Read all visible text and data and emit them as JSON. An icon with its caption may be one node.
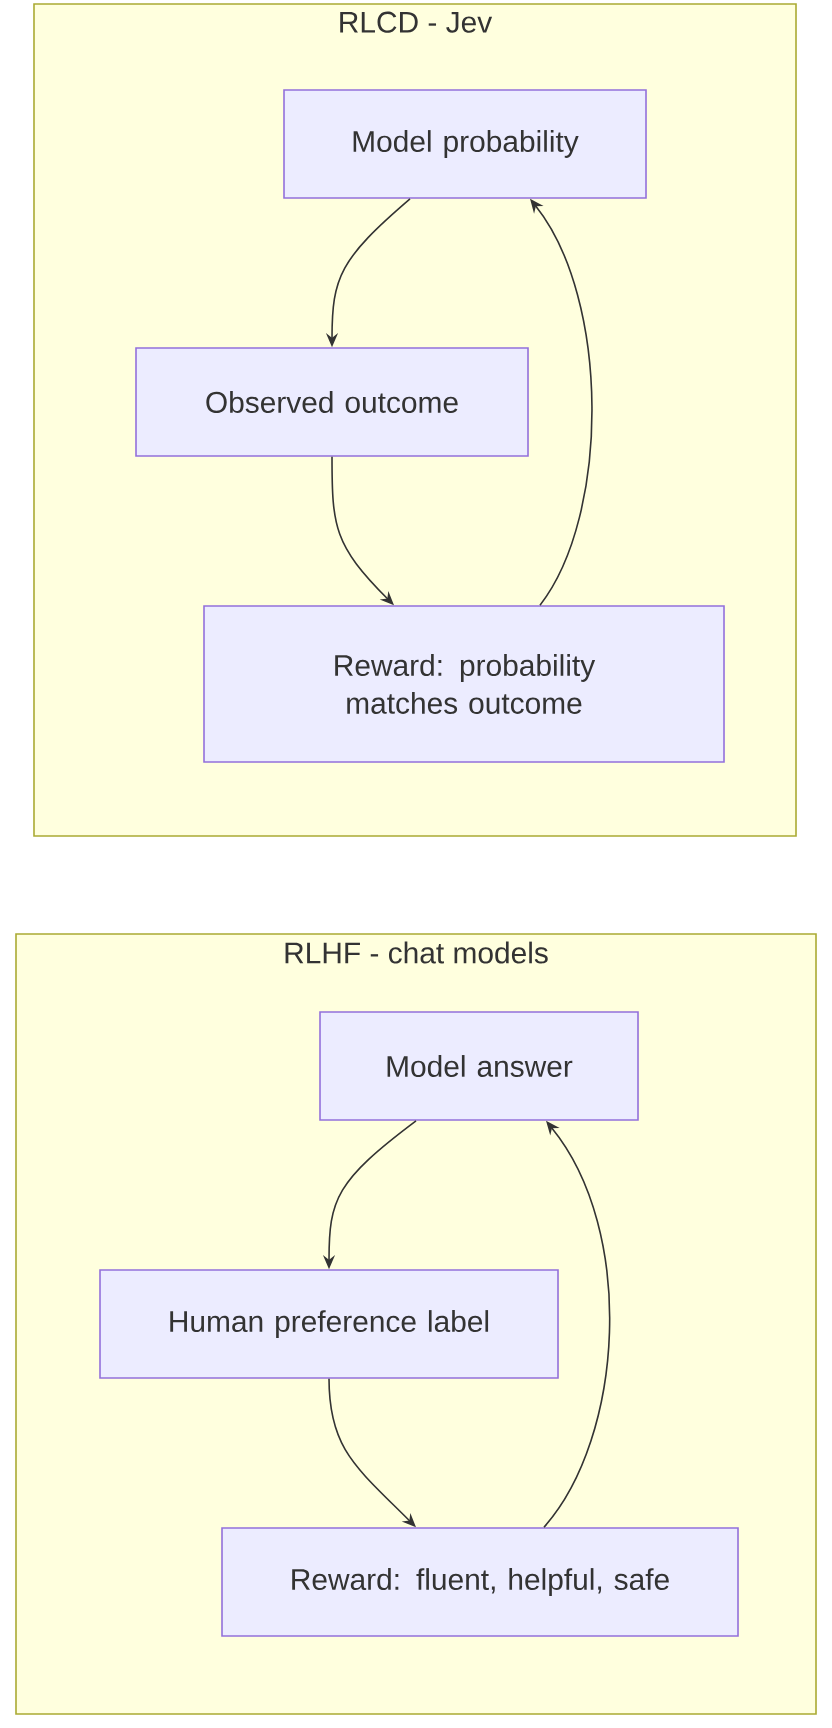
{
  "diagram": {
    "nodes": [
      {
        "text": [
          "RLCD - Jev"
        ]
      },
      {
        "text": [
          "Model probability"
        ],
        "in": 0
      },
      {
        "text": [
          "Observed outcome"
        ],
        "in": 0
      },
      {
        "text": [
          "Reward: probability matches outcome"
        ],
        "in": 0
      },
      {
        "text": [
          "RLHF - chat models"
        ]
      },
      {
        "text": [
          "Model answer"
        ],
        "in": 4
      },
      {
        "text": [
          "Human preference label"
        ],
        "in": 4
      },
      {
        "text": [
          "Reward: fluent, helpful, safe"
        ],
        "in": 4
      }
    ],
    "edges": [
      {
        "from": 1,
        "to": 2,
        "arrow": "to"
      },
      {
        "from": 2,
        "to": 3,
        "arrow": "to"
      },
      {
        "from": 3,
        "to": 1,
        "arrow": "to"
      },
      {
        "from": 5,
        "to": 6,
        "arrow": "to"
      },
      {
        "from": 6,
        "to": 7,
        "arrow": "to"
      },
      {
        "from": 7,
        "to": 5,
        "arrow": "to"
      }
    ]
  }
}
